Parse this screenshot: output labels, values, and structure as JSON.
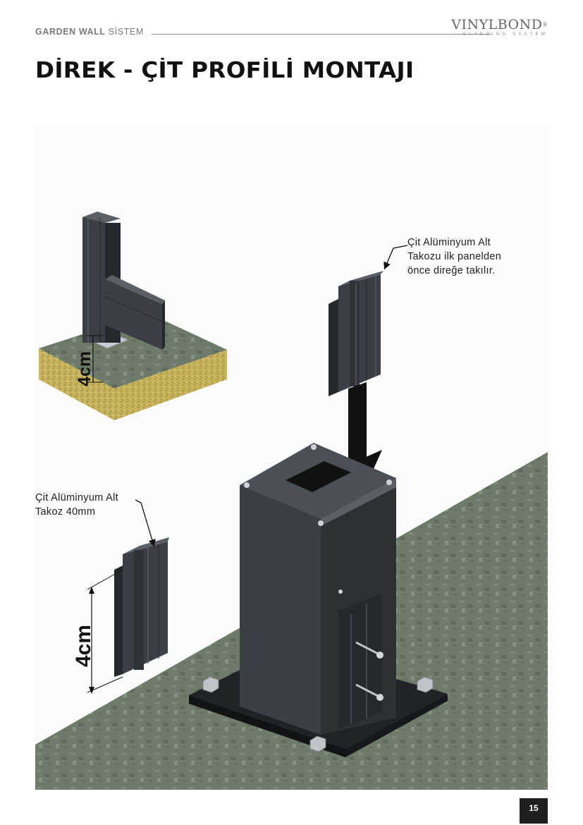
{
  "header": {
    "brand_bold": "GARDEN WALL",
    "brand_light": "SİSTEM",
    "logo_main": "VINYLBOND",
    "logo_mark": "®",
    "logo_sub": "CLADDING SYSTEM"
  },
  "title": "DİREK - ÇİT PROFİLİ MONTAJI",
  "labels": {
    "top_right_line1": "Çit Alüminyum Alt",
    "top_right_line2": "Takozu ilk panelden",
    "top_right_line3": "önce direğe takılır.",
    "left_line1": "Çit Alüminyum Alt",
    "left_line2": "Takoz 40mm",
    "dim_small": "4cm",
    "dim_large": "4cm"
  },
  "page_number": "15",
  "colors": {
    "profile": "#3b3f45",
    "profile_dark": "#25282c",
    "profile_light": "#5b6068",
    "ground": "#6e7a67",
    "sand": "#c9b45b"
  }
}
